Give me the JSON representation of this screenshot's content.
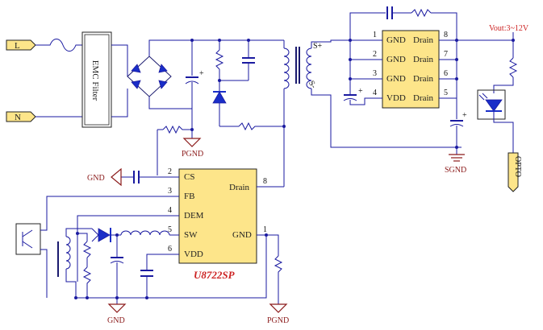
{
  "inputs": {
    "line": "L",
    "neutral": "N"
  },
  "emc_label": "EMC Filter",
  "transformer": {
    "primary_mark": "S+",
    "secondary_mark": "S-"
  },
  "output_label": "Vout:3~12V",
  "opto_label": "OPTO",
  "ground_labels": {
    "pgnd_top": "PGND",
    "pgnd_bottom": "PGND",
    "gnd_left": "GND",
    "gnd_bottom": "GND",
    "sgnd": "SGND"
  },
  "mosfet_ic": {
    "pins_left": [
      {
        "num": "1",
        "name": "GND"
      },
      {
        "num": "2",
        "name": "GND"
      },
      {
        "num": "3",
        "name": "GND"
      },
      {
        "num": "4",
        "name": "VDD"
      }
    ],
    "pins_right": [
      {
        "num": "8",
        "name": "Drain"
      },
      {
        "num": "7",
        "name": "Drain"
      },
      {
        "num": "6",
        "name": "Drain"
      },
      {
        "num": "5",
        "name": "Drain"
      }
    ]
  },
  "controller_ic": {
    "part_number": "U8722SP",
    "pins_left": [
      {
        "num": "2",
        "name": "CS"
      },
      {
        "num": "3",
        "name": "FB"
      },
      {
        "num": "4",
        "name": "DEM"
      },
      {
        "num": "5",
        "name": "SW"
      },
      {
        "num": "6",
        "name": "VDD"
      }
    ],
    "pin_drain": {
      "num": "8",
      "name": "Drain"
    },
    "pin_gnd": {
      "num": "1",
      "name": "GND"
    }
  },
  "colors": {
    "wire": "#1a1aa0",
    "ic_fill": "#fde58a",
    "ground": "#8b1a1a",
    "output_text": "#cc2222"
  }
}
